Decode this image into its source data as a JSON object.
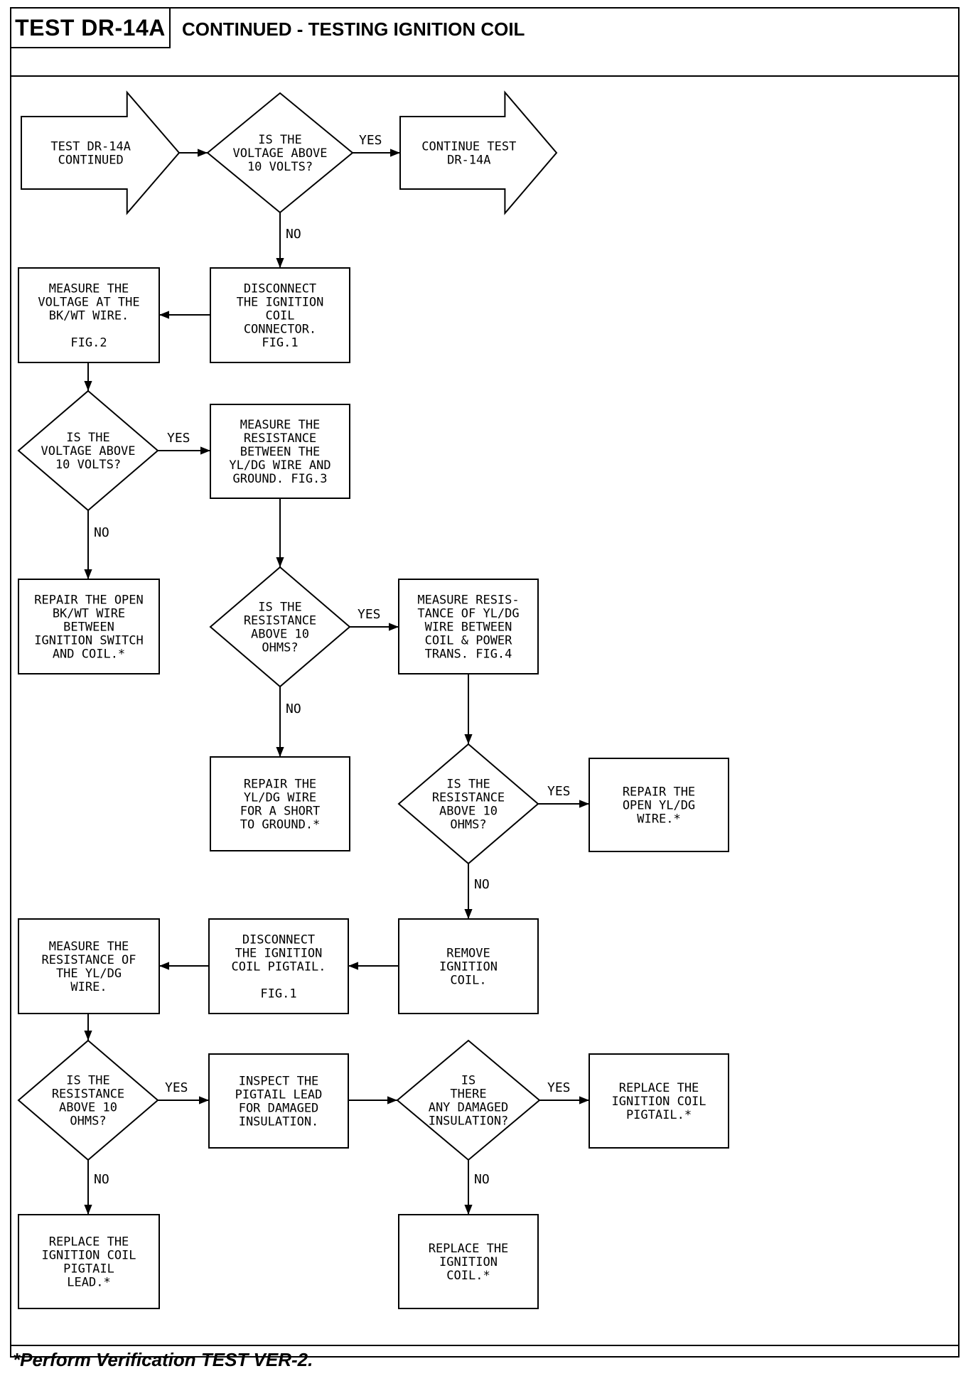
{
  "header": {
    "code": "TEST DR-14A",
    "title": "CONTINUED - TESTING IGNITION COIL"
  },
  "footnote": "*Perform Verification TEST VER-2.",
  "nodes": {
    "start": [
      "TEST DR-14A",
      "CONTINUED"
    ],
    "d1": [
      "IS THE",
      "VOLTAGE ABOVE",
      "10 VOLTS?"
    ],
    "continue": [
      "CONTINUE TEST",
      "DR-14A"
    ],
    "disconnect1": [
      "DISCONNECT",
      "THE IGNITION",
      "COIL",
      "CONNECTOR.",
      "FIG.1"
    ],
    "measure_bk": [
      "MEASURE THE",
      "VOLTAGE AT THE",
      "BK/WT WIRE.",
      "",
      "FIG.2"
    ],
    "d2": [
      "IS THE",
      "VOLTAGE ABOVE",
      "10 VOLTS?"
    ],
    "measure_res_gnd": [
      "MEASURE THE",
      "RESISTANCE",
      "BETWEEN THE",
      "YL/DG WIRE AND",
      "GROUND. FIG.3"
    ],
    "repair_bk": [
      "REPAIR THE OPEN",
      "BK/WT WIRE",
      "BETWEEN",
      "IGNITION SWITCH",
      "AND COIL.*"
    ],
    "d3": [
      "IS THE",
      "RESISTANCE",
      "ABOVE 10",
      "OHMS?"
    ],
    "measure_res_trans": [
      "MEASURE RESIS-",
      "TANCE OF YL/DG",
      "WIRE BETWEEN",
      "COIL & POWER",
      "TRANS. FIG.4"
    ],
    "repair_short": [
      "REPAIR THE",
      "YL/DG WIRE",
      "FOR A SHORT",
      "TO GROUND.*"
    ],
    "d4": [
      "IS THE",
      "RESISTANCE",
      "ABOVE 10",
      "OHMS?"
    ],
    "repair_open": [
      "REPAIR THE",
      "OPEN YL/DG",
      "WIRE.*"
    ],
    "remove_coil": [
      "REMOVE",
      "IGNITION",
      "COIL."
    ],
    "disconnect2": [
      "DISCONNECT",
      "THE IGNITION",
      "COIL PIGTAIL.",
      "",
      "FIG.1"
    ],
    "measure_res_yl": [
      "MEASURE THE",
      "RESISTANCE OF",
      "THE YL/DG",
      "WIRE."
    ],
    "d5": [
      "IS THE",
      "RESISTANCE",
      "ABOVE 10",
      "OHMS?"
    ],
    "inspect": [
      "INSPECT THE",
      "PIGTAIL LEAD",
      "FOR DAMAGED",
      "INSULATION."
    ],
    "d6": [
      "IS",
      "THERE",
      "ANY DAMAGED",
      "INSULATION?"
    ],
    "replace_pigtail": [
      "REPLACE THE",
      "IGNITION COIL",
      "PIGTAIL.*"
    ],
    "replace_lead": [
      "REPLACE THE",
      "IGNITION COIL",
      "PIGTAIL",
      "LEAD.*"
    ],
    "replace_coil": [
      "REPLACE THE",
      "IGNITION",
      "COIL.*"
    ]
  },
  "labels": {
    "yes": "YES",
    "no": "NO"
  }
}
